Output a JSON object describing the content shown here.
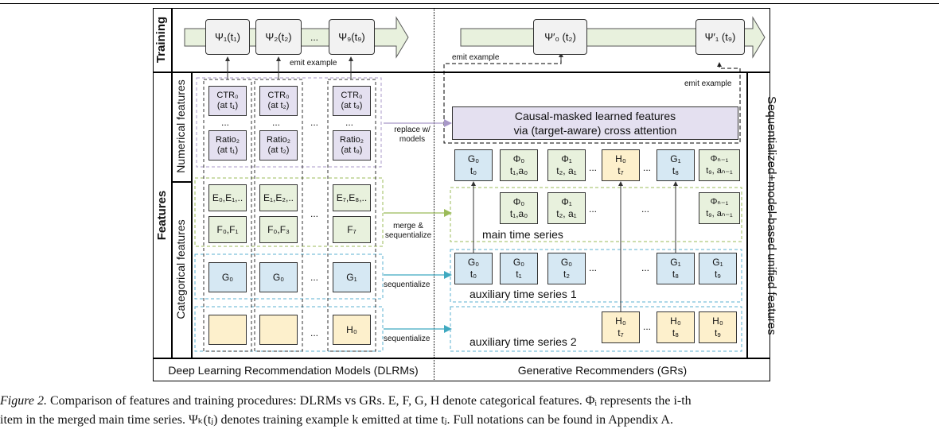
{
  "labels": {
    "training": "Training",
    "features": "Features",
    "numerical": "Numerical features",
    "categorical": "Categorical features",
    "right_vertical": "Sequentialized+model-based unified features",
    "dlrm_footer": "Deep Learning Recommendation Models (DLRMs)",
    "gr_footer": "Generative Recommenders (GRs)"
  },
  "training_boxes": {
    "psi1": "Ψ₁(t₁)",
    "psi2": "Ψ₂(t₂)",
    "psi9": "Ψ₉(t₉)",
    "psi0p": "Ψ′₀ (t₂)",
    "psi1p": "Ψ′₁ (t₉)",
    "ellipsis": "..."
  },
  "emit": {
    "left": "emit example",
    "right_top": "emit example",
    "right_mid": "emit example"
  },
  "numerical": {
    "ctr1": [
      "CTR₀",
      "(at t₁)"
    ],
    "ctr2": [
      "CTR₀",
      "(at t₂)"
    ],
    "ctr9": [
      "CTR₀",
      "(at t₉)"
    ],
    "ratio1": [
      "Ratio₂",
      "(at t₁)"
    ],
    "ratio2": [
      "Ratio₂",
      "(at t₂)"
    ],
    "ratio9": [
      "Ratio₂",
      "(at t₉)"
    ],
    "vdots": "...",
    "hdots": "..."
  },
  "categorical": {
    "e1": "E₀,E₁,..",
    "e2": "E₁,E₂,..",
    "e9": "E₇,E₈,..",
    "f1": "F₀,F₁",
    "f2": "F₀,F₃",
    "f9": "F₇",
    "g1": "G₀",
    "g2": "G₀",
    "g9": "G₁",
    "h9": "H₀",
    "hdots": "..."
  },
  "arrows": {
    "replace": [
      "replace w/",
      "models"
    ],
    "merge": [
      "merge &",
      "sequentialize"
    ],
    "seq1": "sequentialize",
    "seq2": "sequentialize"
  },
  "gr": {
    "causal": [
      "Causal-masked learned features",
      "via (target-aware) cross attention"
    ],
    "top_row": [
      [
        "G₀",
        "t₀"
      ],
      [
        "Φ₀",
        "t₁,a₀"
      ],
      [
        "Φ₁",
        "t₂, a₁"
      ],
      [
        "H₀",
        "t₇"
      ],
      [
        "G₁",
        "t₈"
      ],
      [
        "Φₙ₋₁",
        "t₉, aₙ₋₁"
      ]
    ],
    "main_row": [
      [
        "Φ₀",
        "t₁,a₀"
      ],
      [
        "Φ₁",
        "t₂, a₁"
      ],
      [
        "Φₙ₋₁",
        "t₉, aₙ₋₁"
      ]
    ],
    "main_label": "main time series",
    "aux1_row": [
      [
        "G₀",
        "t₀"
      ],
      [
        "G₀",
        "t₁"
      ],
      [
        "G₀",
        "t₂"
      ],
      [
        "G₁",
        "t₈"
      ],
      [
        "G₁",
        "t₉"
      ]
    ],
    "aux1_label": "auxiliary time series 1",
    "aux2_row": [
      [
        "H₀",
        "t₇"
      ],
      [
        "H₀",
        "t₈"
      ],
      [
        "H₀",
        "t₉"
      ]
    ],
    "aux2_label": "auxiliary time series 2",
    "dots": "..."
  },
  "caption": {
    "line1_a": "Figure 2.",
    "line1_b": " Comparison of features and training procedures: DLRMs vs GRs. E, F, G, H denote categorical features. Φᵢ represents the i-th",
    "line2": "item in the merged main time series. Ψₖ(tⱼ) denotes training example k emitted at time tⱼ. Full notations can be found in Appendix A."
  },
  "colors": {
    "green_fill": "#e8f1dd",
    "purple_fill": "#e4e0f0",
    "blue_fill": "#d6e8f3",
    "yellow_fill": "#fdf0cc",
    "green_dash": "#9bbb59",
    "purple_dash": "#a898c8",
    "blue_dash": "#5bb0d0",
    "arrow_teal": "#3fa9c0"
  }
}
